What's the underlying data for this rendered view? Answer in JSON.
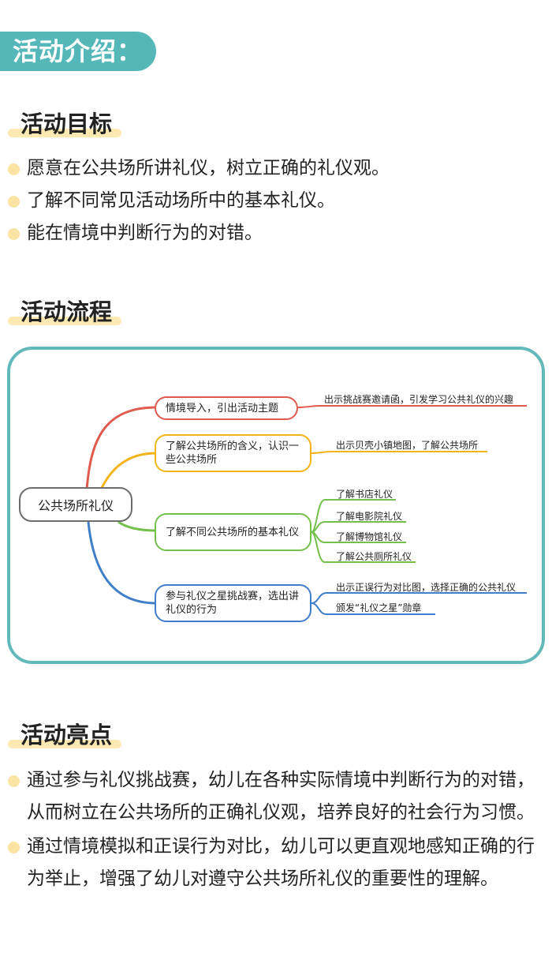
{
  "banner": {
    "title": "活动介绍："
  },
  "goals": {
    "title": "活动目标",
    "items": [
      "愿意在公共场所讲礼仪，树立正确的礼仪观。",
      "了解不同常见活动场所中的基本礼仪。",
      "能在情境中判断行为的对错。"
    ]
  },
  "process": {
    "title": "活动流程",
    "mindmap": {
      "root": "公共场所礼仪",
      "branches": [
        {
          "label": "情境导入，引出活动主题",
          "color": "#e05a4e",
          "leaves": [
            "出示挑战赛邀请函，引发学习公共礼仪的兴趣"
          ]
        },
        {
          "label": "了解公共场所的含义，认识一些公共场所",
          "color": "#f2b419",
          "leaves": [
            "出示贝壳小镇地图，了解公共场所"
          ]
        },
        {
          "label": "了解不同公共场所的基本礼仪",
          "color": "#73c04a",
          "leaves": [
            "了解书店礼仪",
            "了解电影院礼仪",
            "了解博物馆礼仪",
            "了解公共厕所礼仪"
          ]
        },
        {
          "label": "参与礼仪之星挑战赛，选出讲礼仪的行为",
          "color": "#3f7fc9",
          "leaves": [
            "出示正误行为对比图，选择正确的公共礼仪",
            "颁发“礼仪之星”勋章"
          ]
        }
      ]
    }
  },
  "highlights": {
    "title": "活动亮点",
    "items": [
      "通过参与礼仪挑战赛，幼儿在各种实际情境中判断行为的对错，从而树立在公共场所的正确礼仪观，培养良好的社会行为习惯。",
      "通过情境模拟和正误行为对比，幼儿可以更直观地感知正确的行为举止，增强了幼儿对遵守公共场所礼仪的重要性的理解。"
    ]
  }
}
